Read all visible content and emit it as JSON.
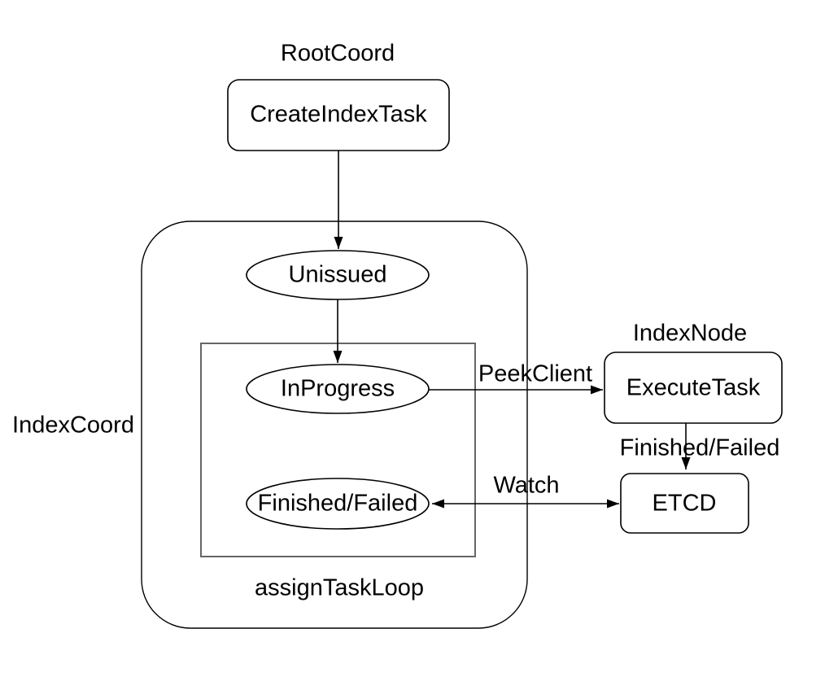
{
  "diagram": {
    "type": "flowchart",
    "groups": {
      "root_coord": {
        "label": "RootCoord"
      },
      "index_coord": {
        "label": "IndexCoord"
      },
      "index_node": {
        "label": "IndexNode"
      },
      "assign_task_loop": {
        "label": "assignTaskLoop"
      }
    },
    "nodes": {
      "create_index_task": {
        "label": "CreateIndexTask",
        "shape": "rounded-rectangle",
        "group": "RootCoord"
      },
      "unissued": {
        "label": "Unissued",
        "shape": "ellipse",
        "group": "IndexCoord"
      },
      "in_progress": {
        "label": "InProgress",
        "shape": "ellipse",
        "group": "assignTaskLoop"
      },
      "finished_failed": {
        "label": "Finished/Failed",
        "shape": "ellipse",
        "group": "assignTaskLoop"
      },
      "execute_task": {
        "label": "ExecuteTask",
        "shape": "rounded-rectangle",
        "group": "IndexNode"
      },
      "etcd": {
        "label": "ETCD",
        "shape": "rounded-rectangle"
      }
    },
    "edges": [
      {
        "from": "CreateIndexTask",
        "to": "Unissued",
        "label": "",
        "arrows": "end"
      },
      {
        "from": "Unissued",
        "to": "InProgress",
        "label": "",
        "arrows": "end"
      },
      {
        "from": "InProgress",
        "to": "ExecuteTask",
        "label": "PeekClient",
        "arrows": "end"
      },
      {
        "from": "ExecuteTask",
        "to": "ETCD",
        "label": "Finished/Failed",
        "arrows": "end"
      },
      {
        "from": "Finished/Failed",
        "to": "ETCD",
        "label": "Watch",
        "arrows": "both"
      }
    ],
    "colors": {
      "stroke": "#000000",
      "loop_box_stroke": "#666666",
      "text": "#000000",
      "node_fill": "#ffffff",
      "background": "#ffffff"
    }
  }
}
